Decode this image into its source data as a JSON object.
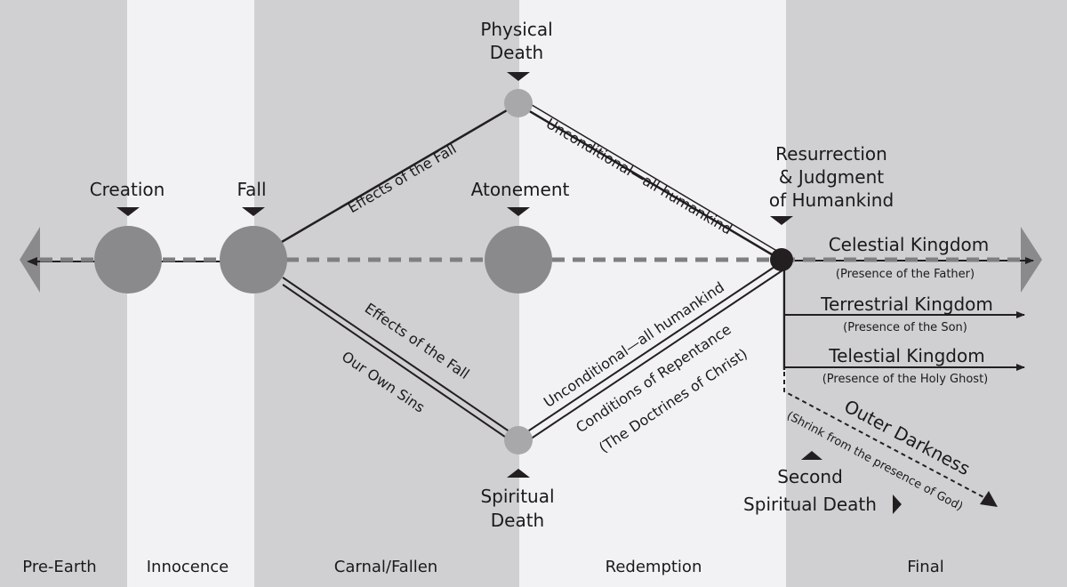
{
  "colors": {
    "band_dark": "#d0d0d2",
    "band_light": "#f2f2f4",
    "line": "#231f20",
    "dashed": "#7f7f81",
    "node": "#8a8a8c",
    "node_small": "#a8a8aa"
  },
  "bands": [
    {
      "label": "Pre-Earth"
    },
    {
      "label": "Innocence"
    },
    {
      "label": "Carnal/Fallen"
    },
    {
      "label": "Redemption"
    },
    {
      "label": "Final"
    }
  ],
  "nodes": {
    "creation": "Creation",
    "fall": "Fall",
    "atonement": "Atonement",
    "physical_death": [
      "Physical",
      "Death"
    ],
    "spiritual_death": [
      "Spiritual",
      "Death"
    ],
    "resurrection": [
      "Resurrection",
      "& Judgment",
      "of Humankind"
    ]
  },
  "paths": {
    "effects_fall_upper": "Effects of the Fall",
    "effects_fall_lower": "Effects of the Fall",
    "our_own_sins": "Our Own Sins",
    "unconditional_upper": "Unconditional—all humankind",
    "unconditional_lower": "Unconditional—all humankind",
    "conditions_repentance": "Conditions of Repentance",
    "doctrines_of_christ": "(The Doctrines of Christ)"
  },
  "kingdoms": [
    {
      "name": "Celestial Kingdom",
      "note": "(Presence of the Father)"
    },
    {
      "name": "Terrestrial Kingdom",
      "note": "(Presence of the Son)"
    },
    {
      "name": "Telestial Kingdom",
      "note": "(Presence of the Holy Ghost)"
    }
  ],
  "outer_darkness": {
    "name": "Outer Darkness",
    "note": "(Shrink from the presence of God)"
  },
  "second_death": [
    "Second",
    "Spiritual Death"
  ]
}
